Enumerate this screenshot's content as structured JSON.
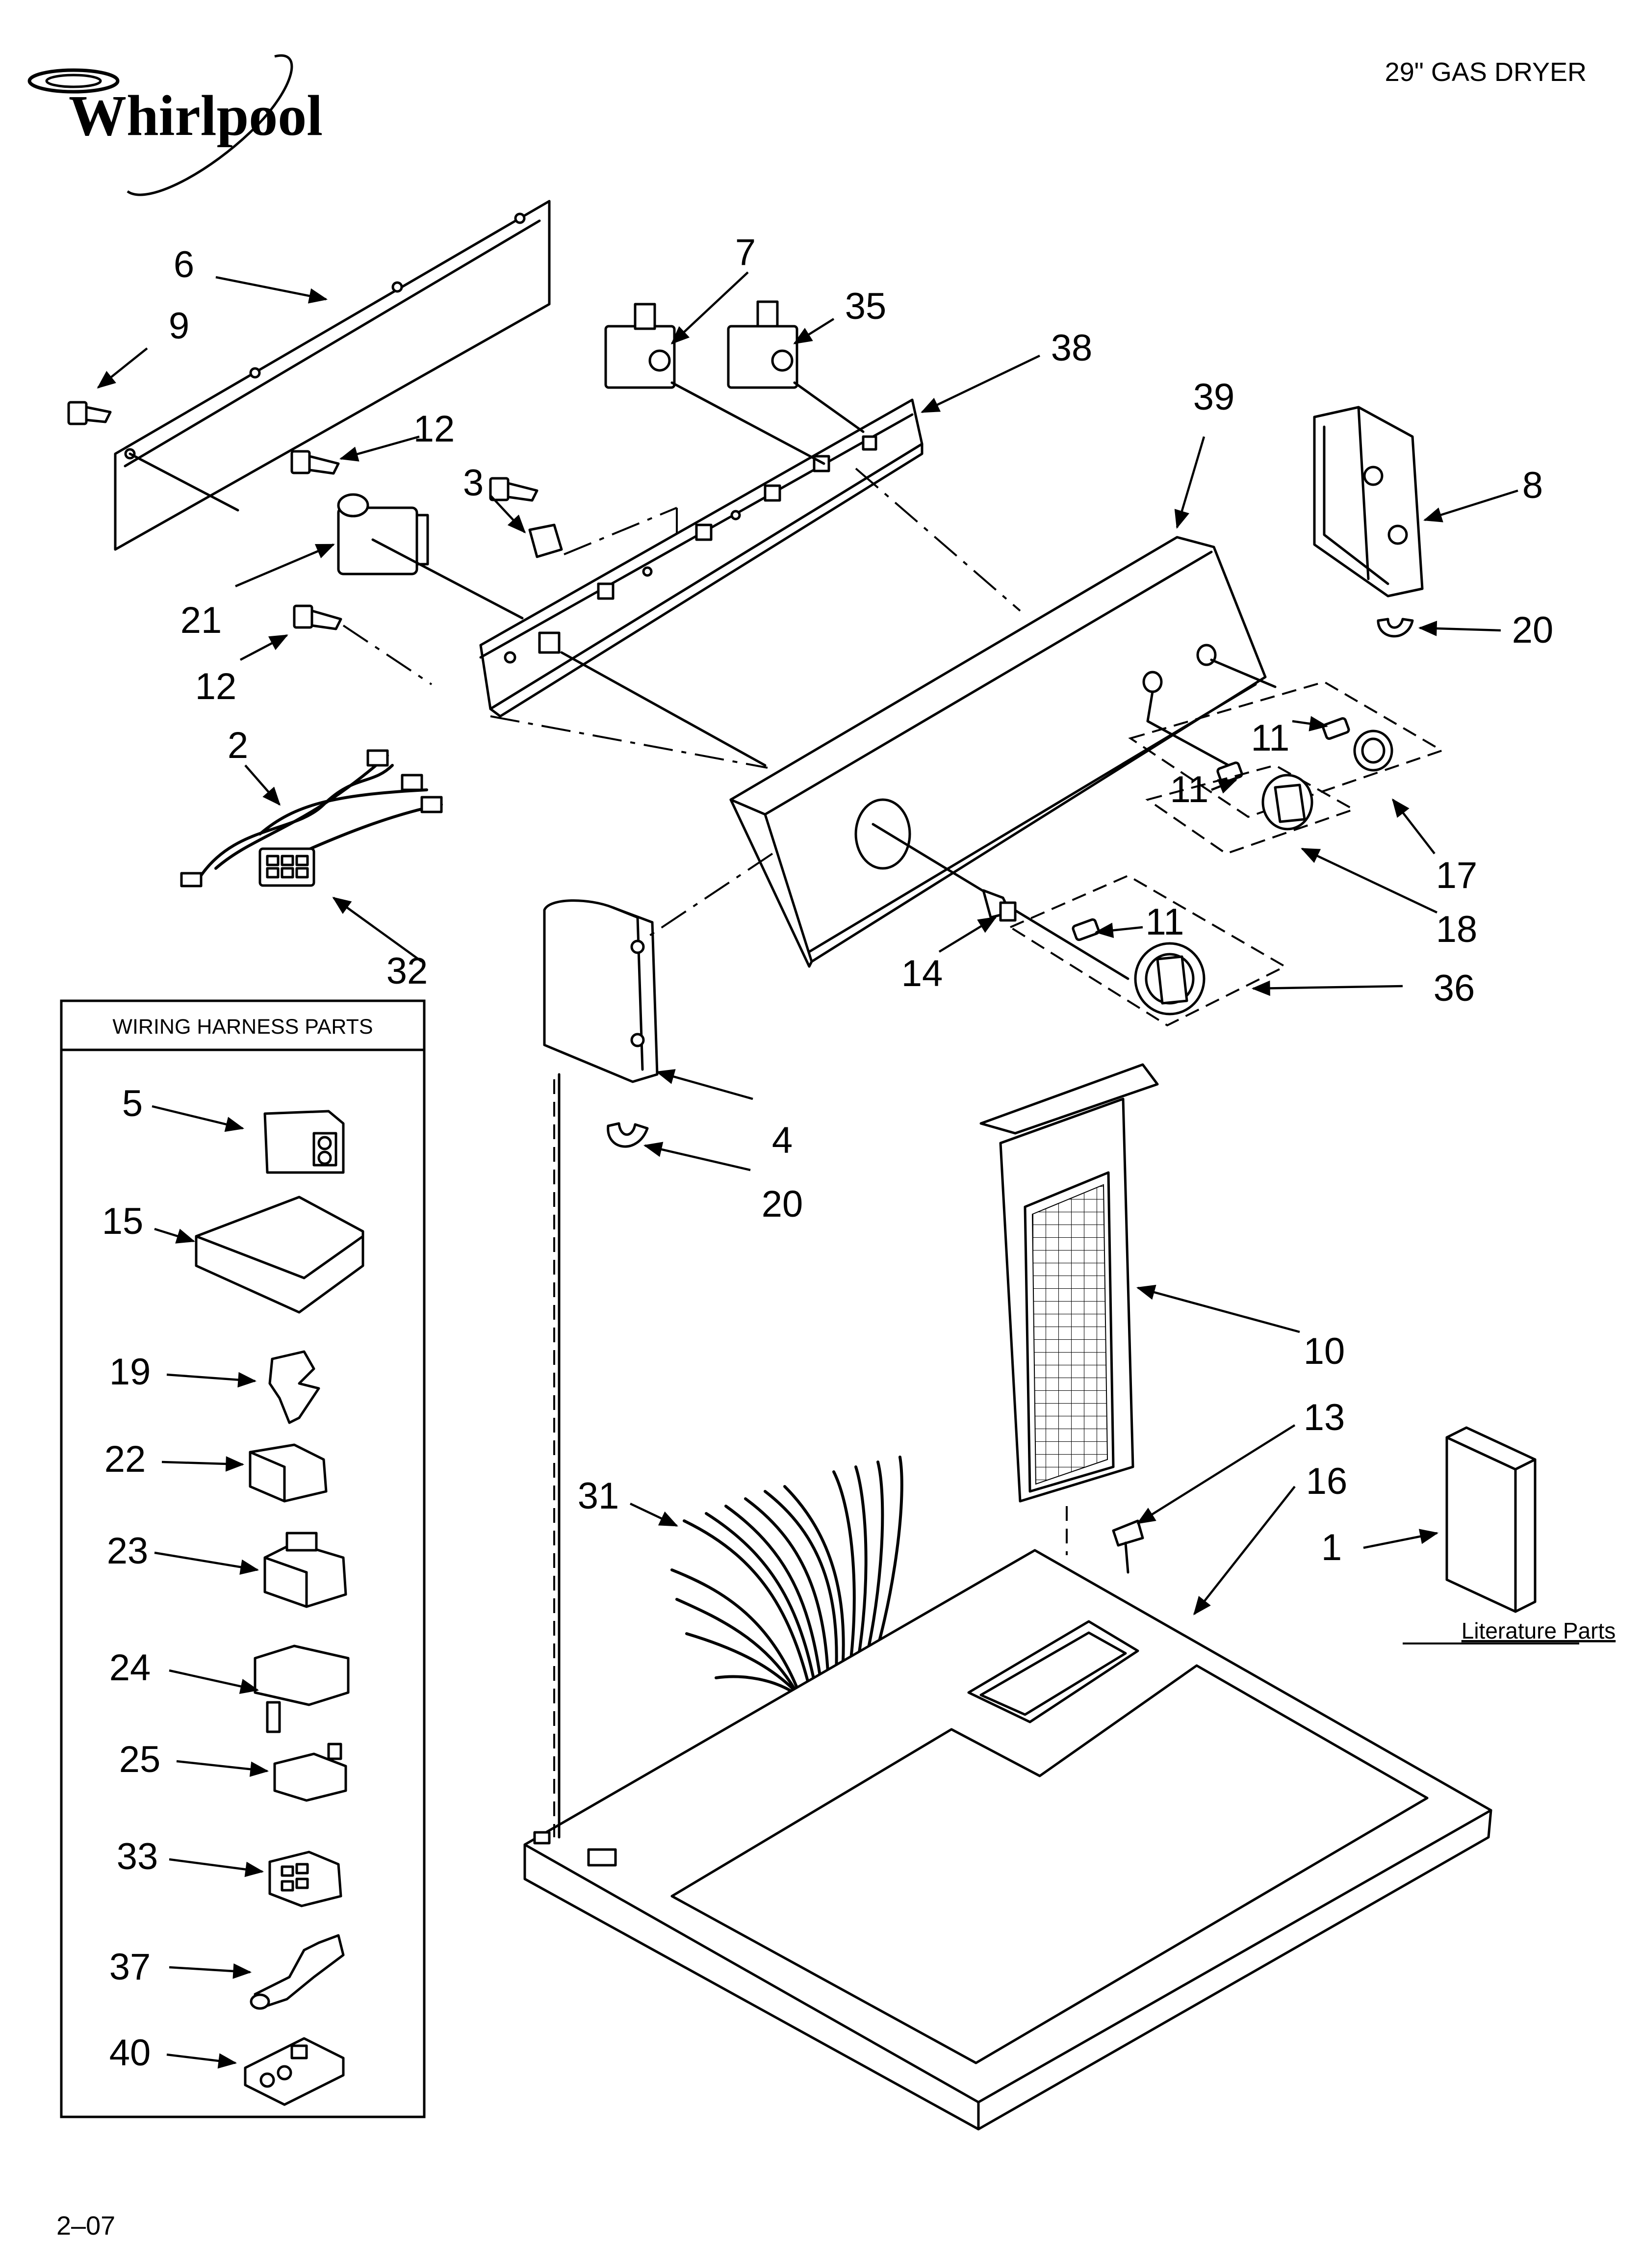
{
  "header": {
    "brand": "Whirlpool",
    "title": "29\" GAS DRYER",
    "page_number": "2–07"
  },
  "callouts": {
    "c1": "1",
    "c2": "2",
    "c3": "3",
    "c4": "4",
    "c6": "6",
    "c7": "7",
    "c8": "8",
    "c9": "9",
    "c10": "10",
    "c11a": "11",
    "c11b": "11",
    "c11c": "11",
    "c12a": "12",
    "c12b": "12",
    "c13": "13",
    "c14": "14",
    "c16": "16",
    "c17": "17",
    "c18": "18",
    "c20a": "20",
    "c20b": "20",
    "c21": "21",
    "c31": "31",
    "c32": "32",
    "c35": "35",
    "c36": "36",
    "c38": "38",
    "c39": "39"
  },
  "literature": {
    "label": "Literature Parts"
  },
  "wiring_harness": {
    "title": "WIRING HARNESS PARTS",
    "items": [
      "5",
      "15",
      "19",
      "22",
      "23",
      "24",
      "25",
      "33",
      "37",
      "40"
    ]
  }
}
